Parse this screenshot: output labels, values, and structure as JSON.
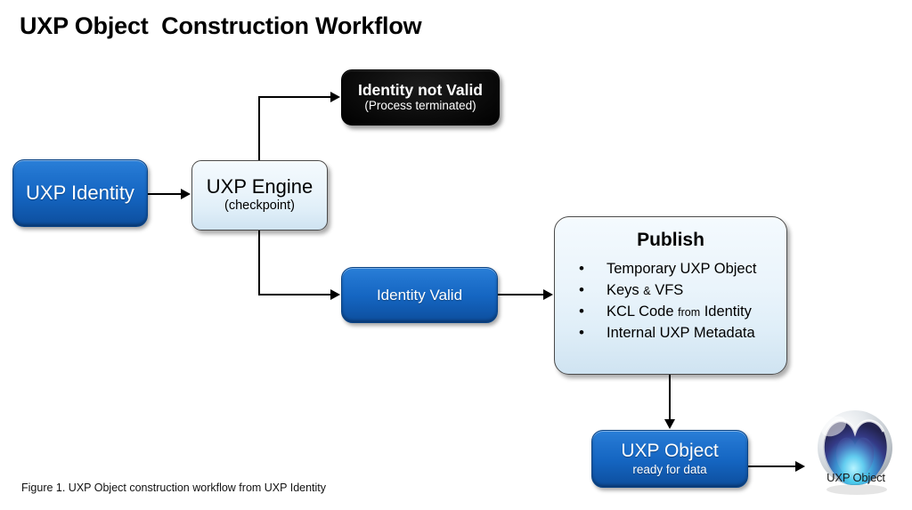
{
  "page": {
    "title": "UXP Object  Construction Workflow",
    "caption": "Figure 1. UXP Object construction workflow from UXP Identity",
    "background": "#ffffff"
  },
  "colors": {
    "blue_node": "#1566c2",
    "blue_node_top": "#2a7fd8",
    "blue_node_bottom": "#0d4d9b",
    "light_node": "#eaf4fb",
    "light_node_border": "#4a4a4a",
    "black_node": "#000000",
    "connector": "#000000",
    "text_on_blue": "#ffffff",
    "text_on_light": "#000000",
    "logo_core_cyan": "#5fd8ef",
    "logo_core_violet": "#2e2f6e",
    "logo_shell": "#d9dde1"
  },
  "nodes": {
    "uxp_identity": {
      "label": "UXP Identity",
      "style": "blue"
    },
    "uxp_engine": {
      "label": "UXP Engine",
      "sublabel": "(checkpoint)",
      "style": "light"
    },
    "identity_not_valid": {
      "label": "Identity not Valid",
      "sublabel": "(Process terminated)",
      "style": "black"
    },
    "identity_valid": {
      "label": "Identity Valid",
      "style": "blue"
    },
    "publish": {
      "title": "Publish",
      "style": "light",
      "bullets": [
        {
          "parts": [
            {
              "text": "Temporary UXP Object",
              "size": "normal"
            }
          ]
        },
        {
          "parts": [
            {
              "text": "Keys ",
              "size": "normal"
            },
            {
              "text": "&",
              "size": "tiny"
            },
            {
              "text": " VFS",
              "size": "normal"
            }
          ]
        },
        {
          "parts": [
            {
              "text": "KCL Code ",
              "size": "normal"
            },
            {
              "text": "from",
              "size": "tiny"
            },
            {
              "text": " Identity",
              "size": "normal"
            }
          ]
        },
        {
          "parts": [
            {
              "text": "Internal UXP Metadata",
              "size": "normal"
            }
          ]
        }
      ]
    },
    "uxp_object": {
      "label": "UXP Object",
      "sublabel": "ready for data",
      "style": "blue"
    }
  },
  "logo": {
    "caption": "UXP Object",
    "name": "uxp-object-logo"
  },
  "connectors": [
    {
      "name": "identity-to-engine",
      "from": "uxp_identity",
      "to": "uxp_engine",
      "arrow": "right"
    },
    {
      "name": "engine-to-not-valid",
      "from": "uxp_engine",
      "to": "identity_not_valid",
      "arrow": "right"
    },
    {
      "name": "engine-to-valid",
      "from": "uxp_engine",
      "to": "identity_valid",
      "arrow": "right"
    },
    {
      "name": "valid-to-publish",
      "from": "identity_valid",
      "to": "publish",
      "arrow": "right"
    },
    {
      "name": "publish-to-uxp-object",
      "from": "publish",
      "to": "uxp_object",
      "arrow": "down"
    },
    {
      "name": "uxp-object-to-logo",
      "from": "uxp_object",
      "to": "logo",
      "arrow": "right"
    }
  ]
}
